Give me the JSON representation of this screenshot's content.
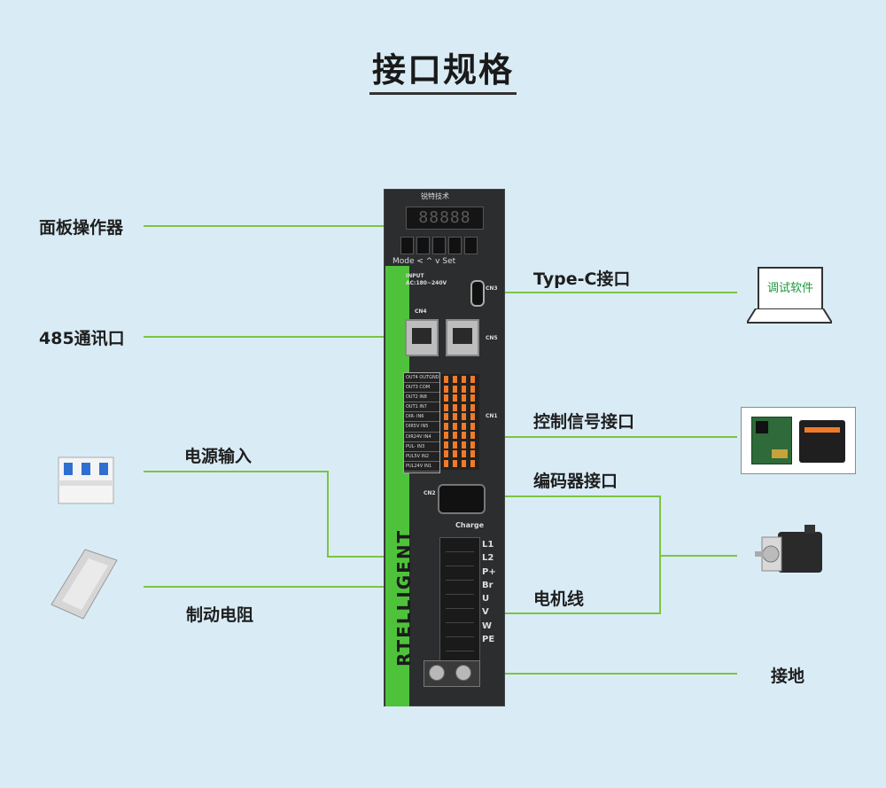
{
  "title": "接口规格",
  "labels": {
    "panel": "面板操作器",
    "rs485": "485通讯口",
    "power_in": "电源输入",
    "brake_res": "制动电阻",
    "typec": "Type-C接口",
    "control": "控制信号接口",
    "encoder": "编码器接口",
    "motor": "电机线",
    "ground": "接地"
  },
  "laptop_text": "调试软件",
  "device": {
    "brand": "RTELLIGENT",
    "logo": "锐特技术",
    "display": "88888",
    "keys_label": "Mode <  ^  v  Set",
    "input": "INPUT",
    "input_range": "AC:180~240V",
    "cn4": "CN4",
    "cn3": "CN3",
    "cn5": "CN5",
    "cn1": "CN1",
    "cn2": "CN2",
    "charge": "Charge",
    "cn1_rows": [
      "OUT4 OUTGND",
      "OUT3   COM",
      "OUT2     IN8",
      "OUT1     IN7",
      "DIR-     IN6",
      "DIR5V    IN5",
      "DIR24V   IN4",
      "PUL-     IN3",
      "PUL5V    IN2",
      "PUL24V   IN1"
    ],
    "power_terms": [
      "L1",
      "L2",
      "P+",
      "Br",
      "U",
      "V",
      "W",
      "PE"
    ]
  },
  "colors": {
    "background": "#d9ecf6",
    "accent": "#4fc23b",
    "line": "#7dc442"
  }
}
